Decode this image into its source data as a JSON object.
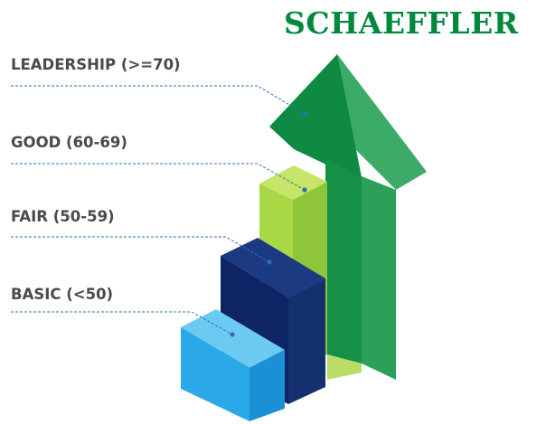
{
  "brand": {
    "name": "SCHAEFFLER",
    "color": "#00893d"
  },
  "levels": [
    {
      "label": "LEADERSHIP (>=70)",
      "color": "#1f9a4d"
    },
    {
      "label": "GOOD (60-69)",
      "color": "#9ccf3c"
    },
    {
      "label": "FAIR (50-59)",
      "color": "#0d2a6b"
    },
    {
      "label": "BASIC (<50)",
      "color": "#2eaee8"
    }
  ]
}
